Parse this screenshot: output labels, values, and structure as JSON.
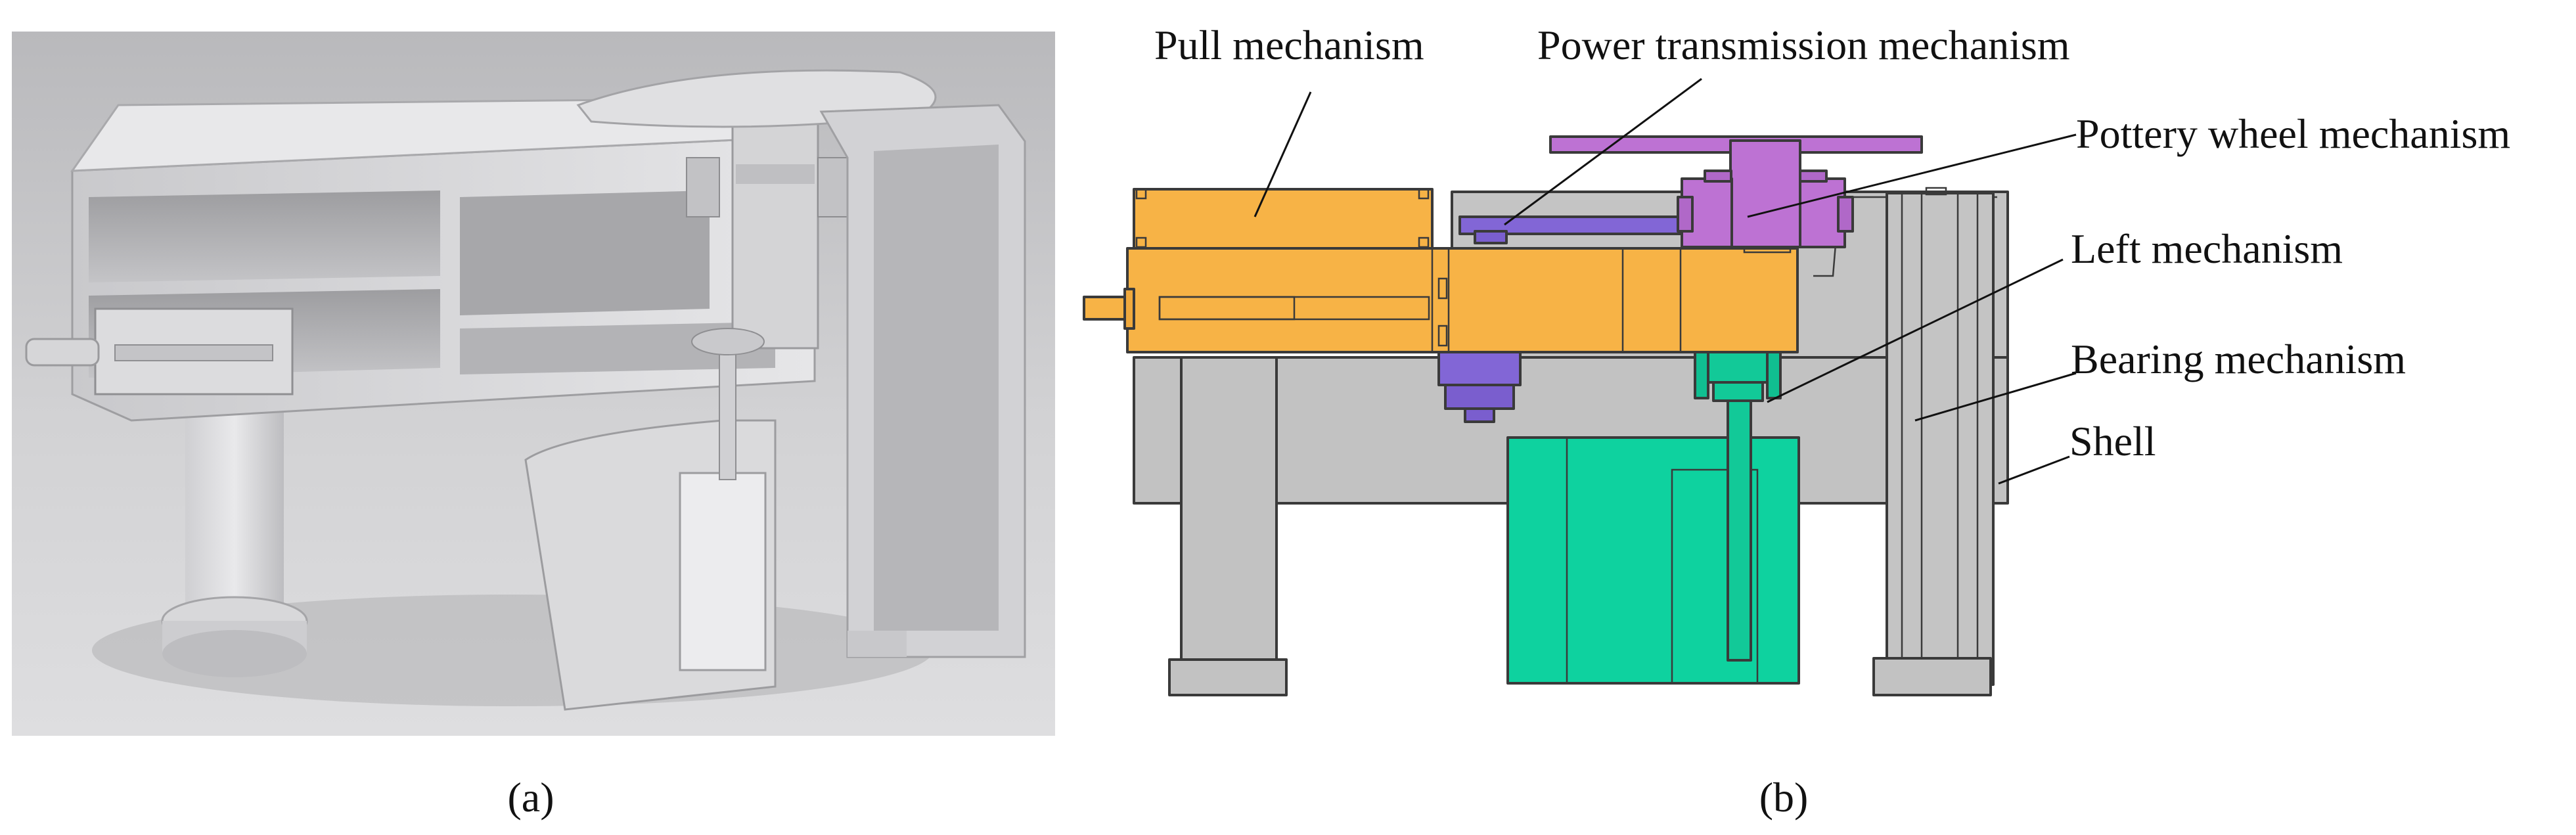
{
  "panel_a": {
    "caption": "(a)"
  },
  "panel_b": {
    "caption": "(b)",
    "callouts": {
      "pull": "Pull mechanism",
      "power": "Power transmission mechanism",
      "pottery": "Pottery wheel mechanism",
      "left": "Left mechanism",
      "bearing": "Bearing mechanism",
      "shell": "Shell"
    }
  },
  "colors": {
    "pull": "#F7B346",
    "power": "#8266D6",
    "pottery": "#BD72D3",
    "left": "#0ED29F",
    "shell": "#C2C2C2",
    "render_body": "#D9D9DA",
    "render_bg": "#C8C8CA"
  }
}
